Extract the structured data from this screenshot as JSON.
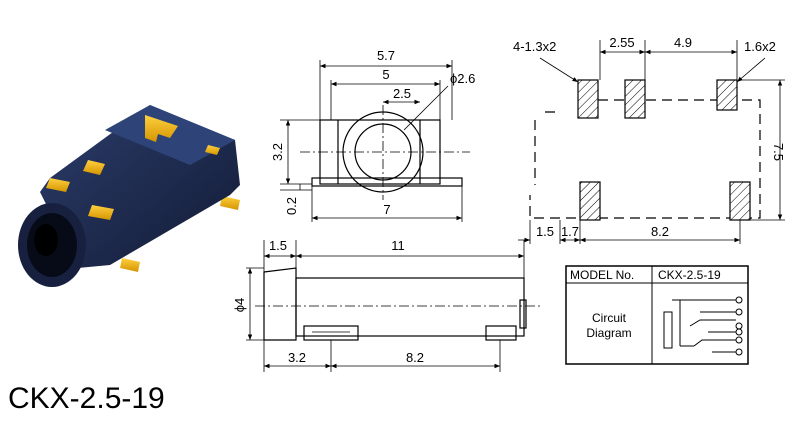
{
  "title": "CKX-2.5-19",
  "front_view": {
    "width_outer": "5.7",
    "width_inner": "5",
    "hole_diameter": "ϕ2.6",
    "hole_offset": "2.5",
    "height": "3.2",
    "pin_height": "0.2",
    "base_width": "7"
  },
  "pad_layout": {
    "pad_small": "4-1.3x2",
    "pad_spacing": "2.55",
    "pad_span": "4.9",
    "pad_large": "1.6x2",
    "edge_offset": "1.5",
    "pad_width": "1.7",
    "pad_pitch": "8.2",
    "height": "7.5"
  },
  "side_view": {
    "flange": "1.5",
    "length": "11",
    "diameter": "ϕ4",
    "offset": "3.2",
    "pitch": "8.2"
  },
  "spec_table": {
    "model_label": "MODEL No.",
    "model_value": "CKX-2.5-19",
    "circuit_label_1": "Circuit",
    "circuit_label_2": "Diagram"
  },
  "colors": {
    "jack_body": "#1c2a50",
    "contact_gold": "#e3a60a"
  }
}
